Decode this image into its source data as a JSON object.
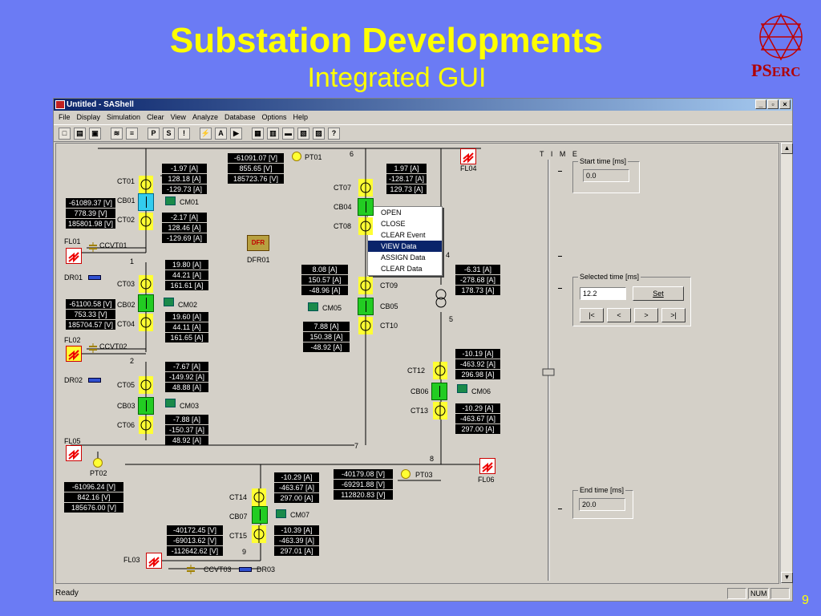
{
  "slide": {
    "title": "Substation Developments",
    "subtitle": "Integrated GUI",
    "logo": {
      "main": "PS",
      "small": "ERC"
    },
    "page_number": "9"
  },
  "window": {
    "title": "Untitled - SAShell",
    "controls": [
      "_",
      "▫",
      "×"
    ],
    "menu": [
      "File",
      "Display",
      "Simulation",
      "Clear",
      "View",
      "Analyze",
      "Database",
      "Options",
      "Help"
    ],
    "toolbar_icons": [
      "new-icon",
      "open-icon",
      "save-icon",
      "sep",
      "scope-icon",
      "list-icon",
      "sep",
      "p-icon",
      "s-icon",
      "alert-icon",
      "sep",
      "fault-icon",
      "a-icon",
      "run-icon",
      "sep",
      "grid-icon",
      "table-icon",
      "bar-icon",
      "chart-icon",
      "report-icon",
      "help-icon"
    ],
    "toolbar_glyphs": [
      "□",
      "▤",
      "▣",
      "",
      "≋",
      "≡",
      "",
      "P",
      "S",
      "!",
      "",
      "⚡",
      "A",
      "▶",
      "",
      "▦",
      "▥",
      "▬",
      "▧",
      "▨",
      "?"
    ],
    "status": {
      "left": "Ready",
      "num": "NUM"
    }
  },
  "context_menu": {
    "items": [
      "OPEN",
      "CLOSE",
      "CLEAR Event",
      "VIEW Data",
      "ASSIGN Data",
      "CLEAR Data"
    ],
    "selected": 3
  },
  "time_panel": {
    "heading": "T I M E",
    "start_title": "Start time [ms]",
    "start_value": "0.0",
    "selected_title": "Selected time [ms]",
    "selected_value": "12.2",
    "set_label": "Set",
    "nav": [
      "|<",
      "<",
      ">",
      ">|"
    ],
    "end_title": "End time [ms]",
    "end_value": "20.0"
  },
  "labels": {
    "CT01": "CT01",
    "CB01": "CB01",
    "CT02": "CT02",
    "CM01": "CM01",
    "FL01": "FL01",
    "CCVT01": "CCVT01",
    "DR01": "DR01",
    "n1": "1",
    "CT03": "CT03",
    "CB02": "CB02",
    "CM02": "CM02",
    "CT04": "CT04",
    "FL02": "FL02",
    "CCVT02": "CCVT02",
    "n2": "2",
    "DR02": "DR02",
    "CT05": "CT05",
    "CB03": "CB03",
    "CM03": "CM03",
    "CT06": "CT06",
    "FL05": "FL05",
    "PT02": "PT02",
    "PT01": "PT01",
    "n6": "6",
    "DFR01": "DFR01",
    "FL04": "FL04",
    "CT07": "CT07",
    "CB04": "CB04",
    "CT08": "CT08",
    "n4": "4",
    "CT09": "CT09",
    "CM05": "CM05",
    "CB05": "CB05",
    "CT10": "CT10",
    "n5": "5",
    "CT12": "CT12",
    "CB06": "CB06",
    "CM06": "CM06",
    "CT13": "CT13",
    "n7": "7",
    "n8": "8",
    "PT03": "PT03",
    "FL06": "FL06",
    "CT14": "CT14",
    "CB07": "CB07",
    "CM07": "CM07",
    "CT15": "CT15",
    "n9": "9",
    "FL03": "FL03",
    "CCVT03": "CCVT03",
    "DR03": "DR03",
    "dfr_text": "DFR"
  },
  "values": {
    "ct01": [
      "-1.97 [A]",
      "128.18 [A]",
      "-129.73 [A]"
    ],
    "cb01": [
      "-61089.37 [V]",
      "778.39 [V]",
      "185801.98 [V]"
    ],
    "ct02": [
      "-2.17 [A]",
      "128.46 [A]",
      "-129.69 [A]"
    ],
    "ct03": [
      "19.80 [A]",
      "44.21 [A]",
      "161.61 [A]"
    ],
    "cb02": [
      "-61100.58 [V]",
      "753.33 [V]",
      "185704.57 [V]"
    ],
    "ct04": [
      "19.60 [A]",
      "44.11 [A]",
      "161.65 [A]"
    ],
    "ct05": [
      "-7.67 [A]",
      "-149.92 [A]",
      "48.88 [A]"
    ],
    "ct06": [
      "-7.88 [A]",
      "-150.37 [A]",
      "48.92 [A]"
    ],
    "pt02": [
      "-61096.24 [V]",
      "842.16 [V]",
      "185676.00 [V]"
    ],
    "pt01": [
      "-61091.07 [V]",
      "855.65 [V]",
      "185723.76 [V]"
    ],
    "ct07": [
      "1.97 [A]",
      "-128.17 [A]",
      "129.73 [A]"
    ],
    "ct09": [
      "8.08 [A]",
      "150.57 [A]",
      "-48.96 [A]"
    ],
    "ct10": [
      "7.88 [A]",
      "150.38 [A]",
      "-48.92 [A]"
    ],
    "n4": [
      "-6.31 [A]",
      "-278.68 [A]",
      "178.73 [A]"
    ],
    "ct12": [
      "-10.19 [A]",
      "-463.92 [A]",
      "296.98 [A]"
    ],
    "ct13": [
      "-10.29 [A]",
      "-463.67 [A]",
      "297.00 [A]"
    ],
    "pt03": [
      "-40179.08 [V]",
      "-69291.88 [V]",
      "112820.83 [V]"
    ],
    "ct14": [
      "-10.29 [A]",
      "-463.67 [A]",
      "297.00 [A]"
    ],
    "cb07": [
      "-40172.45 [V]",
      "-69013.62 [V]",
      "-112642.62 [V]"
    ],
    "ct15": [
      "-10.39 [A]",
      "-463.39 [A]",
      "297.01 [A]"
    ]
  }
}
